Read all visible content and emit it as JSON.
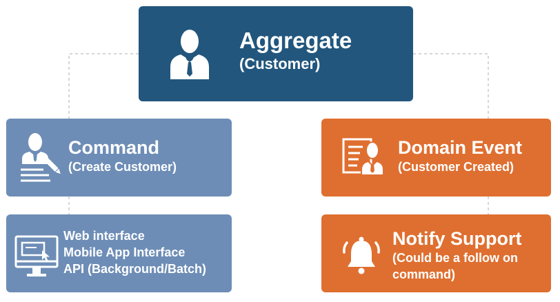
{
  "colors": {
    "aggregate": "#22567d",
    "command": "#6d8db6",
    "event": "#df6f30",
    "connector": "#c8c8c8"
  },
  "aggregate": {
    "title": "Aggregate",
    "subtitle": "(Customer)",
    "icon": "businessman-icon"
  },
  "command": {
    "title": "Command",
    "subtitle": "(Create Customer)",
    "icon": "person-writing-icon"
  },
  "domain_event": {
    "title": "Domain Event",
    "subtitle": "(Customer Created)",
    "icon": "document-person-icon"
  },
  "interfaces": {
    "icon": "monitor-click-icon",
    "lines": [
      "Web interface",
      "Mobile App Interface",
      "API (Background/Batch)"
    ]
  },
  "notify": {
    "title": "Notify Support",
    "subtitle_lines": [
      "(Could be a follow on",
      "command)"
    ],
    "icon": "bell-icon"
  }
}
